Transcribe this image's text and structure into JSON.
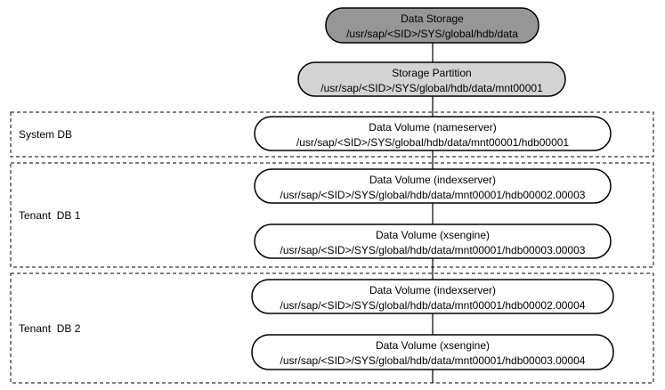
{
  "nodes": {
    "data_storage": {
      "title": "Data Storage",
      "path": "/usr/sap/<SID>/SYS/global/hdb/data"
    },
    "storage_partition": {
      "title": "Storage Partition",
      "path": "/usr/sap/<SID>/SYS/global/hdb/data/mnt00001"
    },
    "system_nameserver": {
      "title": "Data Volume (nameserver)",
      "path": "/usr/sap/<SID>/SYS/global/hdb/data/mnt00001/hdb00001"
    },
    "tenant1_indexserver": {
      "title": "Data Volume (indexserver)",
      "path": "/usr/sap/<SID>/SYS/global/hdb/data/mnt00001/hdb00002.00003"
    },
    "tenant1_xsengine": {
      "title": "Data Volume (xsengine)",
      "path": "/usr/sap/<SID>/SYS/global/hdb/data/mnt00001/hdb00003.00003"
    },
    "tenant2_indexserver": {
      "title": "Data Volume (indexserver)",
      "path": "/usr/sap/<SID>/SYS/global/hdb/data/mnt00001/hdb00002.00004"
    },
    "tenant2_xsengine": {
      "title": "Data Volume (xsengine)",
      "path": "/usr/sap/<SID>/SYS/global/hdb/data/mnt00001/hdb00003.00004"
    }
  },
  "groups": {
    "system_db": {
      "label": "System DB"
    },
    "tenant_db_1": {
      "label": "Tenant  DB 1"
    },
    "tenant_db_2": {
      "label": "Tenant  DB 2"
    }
  },
  "colors": {
    "data_storage_fill": "#969696",
    "storage_partition_fill": "#d3d3d3",
    "volume_fill": "#ffffff",
    "stroke": "#000000"
  }
}
